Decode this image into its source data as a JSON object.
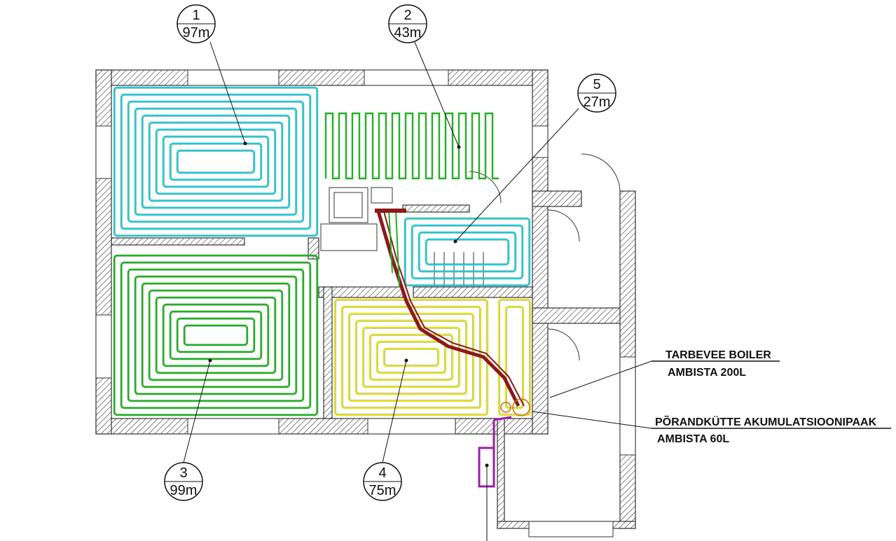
{
  "circuits": [
    {
      "id": "1",
      "length": "97m",
      "color": "#22c8d8"
    },
    {
      "id": "2",
      "length": "43m",
      "color": "#22b024"
    },
    {
      "id": "3",
      "length": "99m",
      "color": "#22b024"
    },
    {
      "id": "4",
      "length": "75m",
      "color": "#e8e020"
    },
    {
      "id": "5",
      "length": "27m",
      "color": "#22c8d8"
    }
  ],
  "notes": {
    "boiler_title": "TARBEVEE BOILER",
    "boiler_model": "AMBISTA 200L",
    "tank_title": "PÕRANDKÜTTE AKUMULATSIOONIPAAK",
    "tank_model": "AMBISTA 60L"
  },
  "colors": {
    "wall": "#333333",
    "supply_pipe": "#8b1a1a",
    "solar_pipe": "#9b1fa8"
  }
}
